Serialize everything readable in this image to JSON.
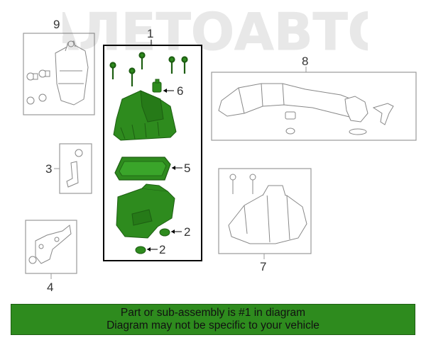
{
  "watermark": {
    "text": "АЛЕТОАВТО"
  },
  "callouts": {
    "c1": "1",
    "c2a": "2",
    "c2b": "2",
    "c3": "3",
    "c4": "4",
    "c5": "5",
    "c6": "6",
    "c7": "7",
    "c8": "8",
    "c9": "9"
  },
  "banner": {
    "line1": "Part or sub-assembly is #1 in diagram",
    "line2": "Diagram may not be specific to your vehicle",
    "color": "#2e8b1e"
  },
  "colors": {
    "highlight_part": "#2e8b1e",
    "line_art": "#9a9a9a",
    "group_box": "#000000"
  }
}
